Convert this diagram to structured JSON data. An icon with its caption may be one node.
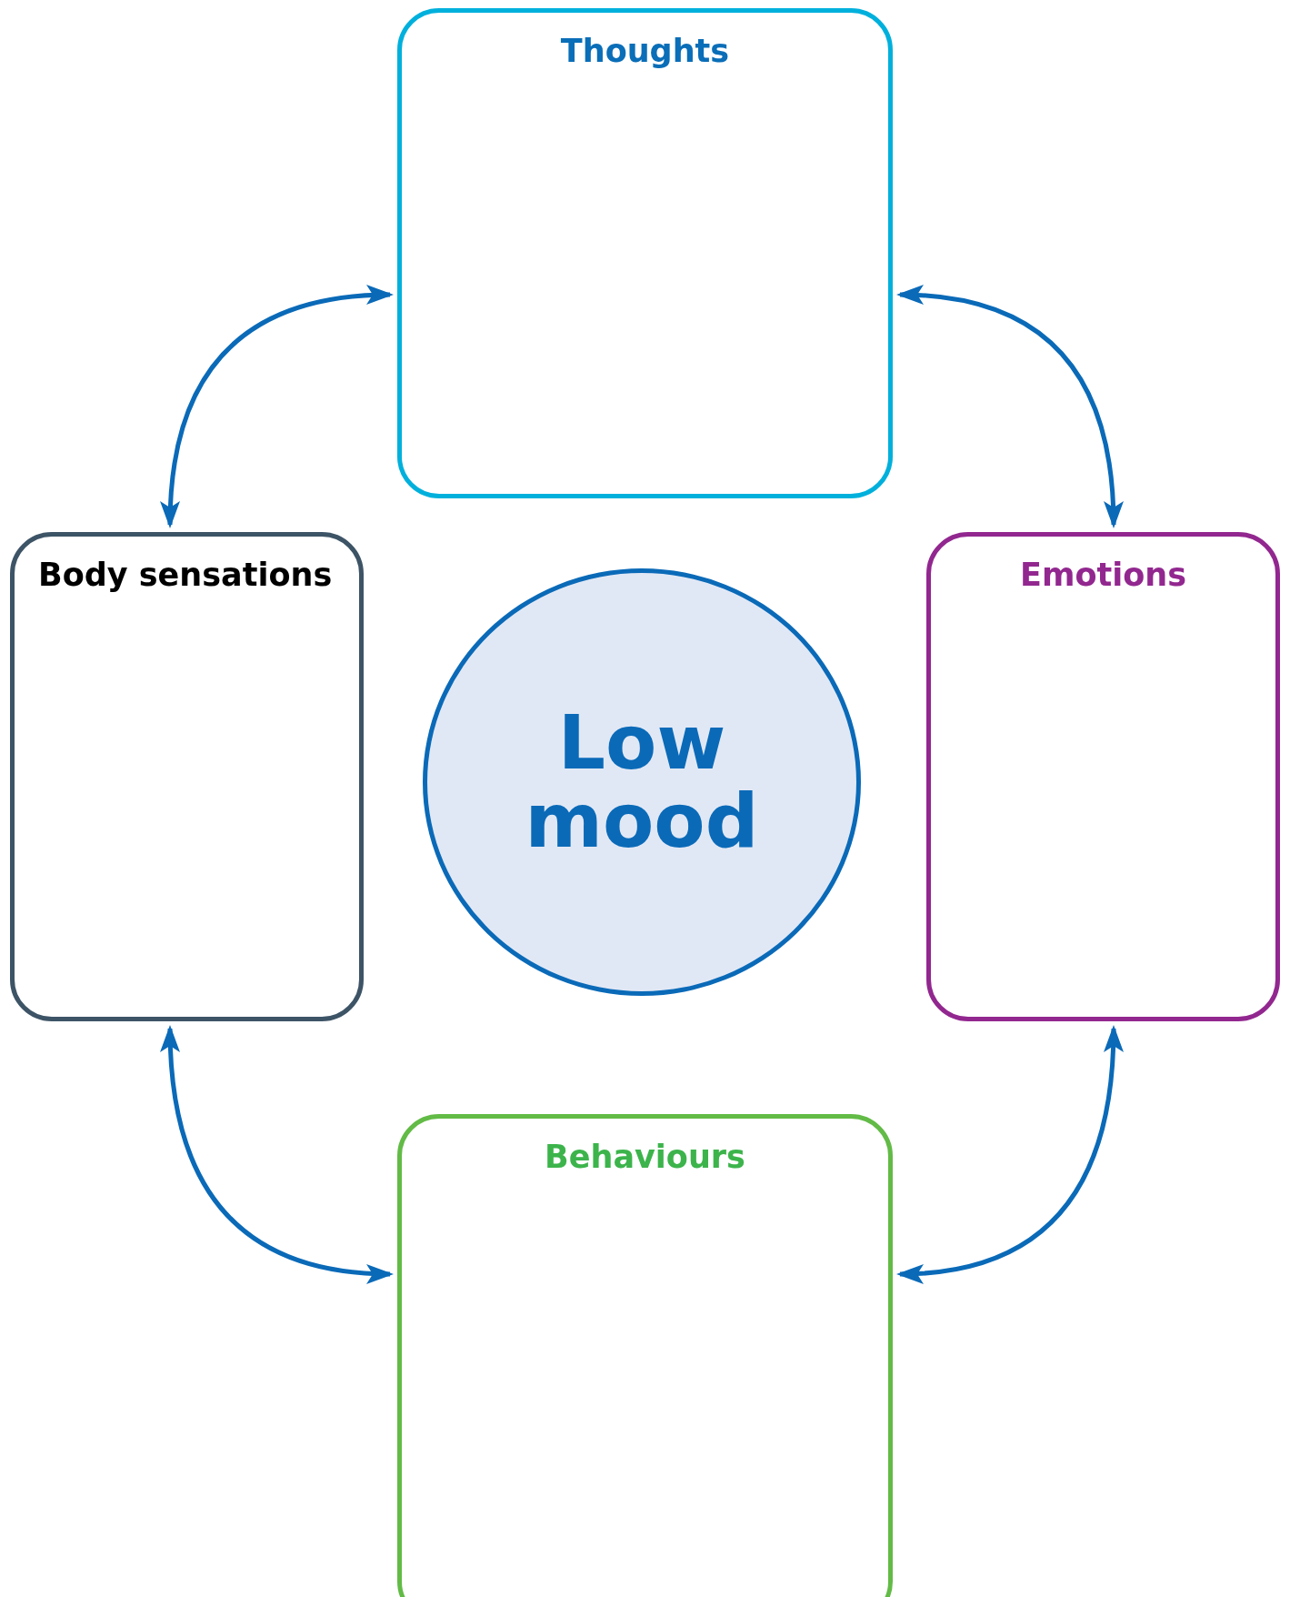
{
  "diagram": {
    "nodes": [
      {
        "text": [
          "Thoughts"
        ]
      },
      {
        "text": [
          "Body sensations"
        ]
      },
      {
        "text": [
          "Low mood"
        ]
      },
      {
        "text": [
          "Emotions"
        ]
      },
      {
        "text": [
          "Behaviours"
        ]
      }
    ],
    "edges": [
      {
        "from": 0,
        "to": 1,
        "arrow": "both"
      },
      {
        "from": 0,
        "to": 3,
        "arrow": "both"
      },
      {
        "from": 1,
        "to": 4,
        "arrow": "both"
      },
      {
        "from": 3,
        "to": 4,
        "arrow": "both"
      }
    ]
  }
}
